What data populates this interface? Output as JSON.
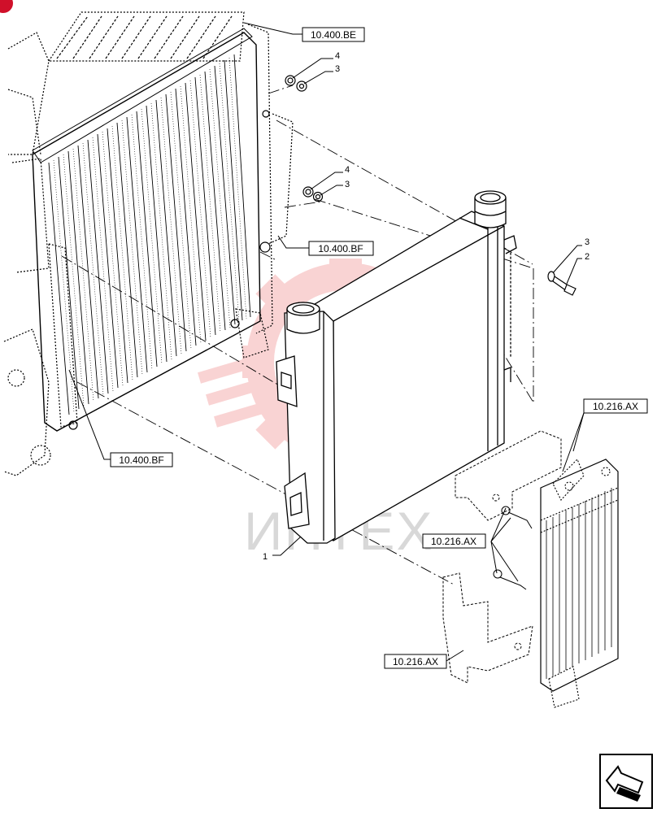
{
  "watermark": {
    "text": "ИНТЕХ",
    "logo_color": "#f2a0a0"
  },
  "references": {
    "ref_top_be": "10.400.BE",
    "ref_mid_bf": "10.400.BF",
    "ref_left_bf": "10.400.BF",
    "ref_right_ax": "10.216.AX",
    "ref_center_ax": "10.216.AX",
    "ref_bottom_ax": "10.216.AX"
  },
  "callouts": {
    "upper_nut": "4",
    "upper_washer": "3",
    "middle_nut": "4",
    "middle_washer": "3",
    "bolt_washer": "3",
    "bolt": "2",
    "cooler": "1"
  },
  "icons": {
    "corner_mark": "red-dot-icon",
    "navigation": "next-page-arrow-icon"
  },
  "colors": {
    "line": "#000000",
    "watermark_red": "#f2a0a0",
    "watermark_gray": "#d8d8d8"
  }
}
